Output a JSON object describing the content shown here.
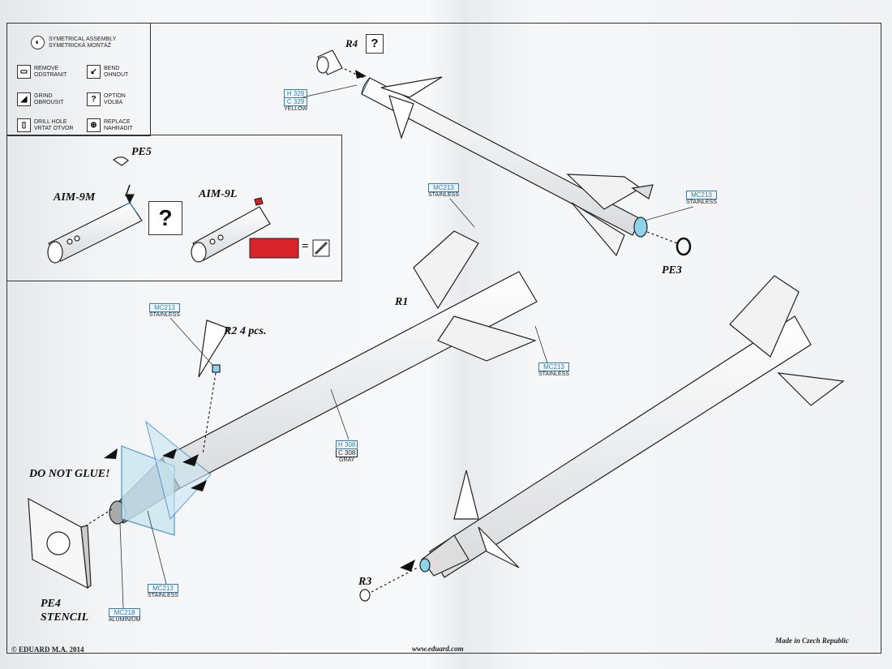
{
  "legend": {
    "symmetrical": "SYMETRICAL ASSEMBLY\nSYMETRICKÁ MONTÁŽ",
    "remove": "REMOVE\nODSTRANIT",
    "bend": "BEND\nOHNOUT",
    "grind": "GRIND\nOBROUSIT",
    "option": "OPTION\nVOLBA",
    "drill": "DRILL HOLE\nVRTAT OTVOR",
    "replace": "REPLACE\nNAHRADIT"
  },
  "variants": {
    "pe5": "PE5",
    "aim9m": "AIM-9M",
    "aim9l": "AIM-9L",
    "question": "?",
    "red_color": "#d8232a",
    "equals": "="
  },
  "parts": {
    "r4": "R4",
    "r4_q": "?",
    "r1": "R1",
    "r2": "R2  4 pcs.",
    "r3": "R3",
    "pe3": "PE3",
    "pe4": "PE4",
    "stencil": "STENCIL",
    "do_not_glue": "DO NOT GLUE!"
  },
  "color_tags": {
    "yellow": {
      "h": "H 329",
      "c": "C 329",
      "name": "YELLOW"
    },
    "gray": {
      "h": "H 308",
      "c": "C 308",
      "name": "GRAY"
    },
    "mc213_a": {
      "code": "MC213",
      "name": "STAINLESS"
    },
    "mc213_b": {
      "code": "MC213",
      "name": "STAINLESS"
    },
    "mc213_c": {
      "code": "MC213",
      "name": "STAINLESS"
    },
    "mc213_d": {
      "code": "MC213",
      "name": "STAINLESS"
    },
    "mc213_e": {
      "code": "MC213",
      "name": "STAINLESS"
    },
    "mc218": {
      "code": "MC218",
      "name": "ALUMINIUM"
    }
  },
  "footer": {
    "copyright": "© EDUARD  M.A. 2014",
    "website": "www.eduard.com",
    "made_in": "Made in Czech Republic"
  },
  "colors": {
    "accent_blue": "#2b7fb6",
    "seeker_blue": "#8fd3ea"
  }
}
